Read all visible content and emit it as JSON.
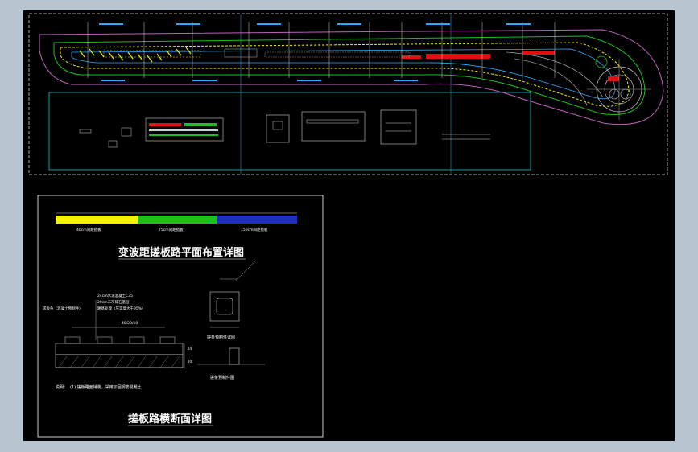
{
  "viewer": {
    "background": "#b9c4d1",
    "canvas_color": "#000000"
  },
  "plan": {
    "scale_bar_labels": [
      "40cm间距搭板",
      "75cm间距搭板",
      "150cm间距搭板"
    ],
    "scale_bar_colors": [
      "#f2f200",
      "#1fbf1f",
      "#1f2fbf"
    ]
  },
  "sections": {
    "layout_title": "变波距搓板路平面布置详图",
    "cross_title": "搓板路横断面详图",
    "notes_prefix": "说明：",
    "notes_text": "(1) 搓板路面铺装，采用加固钢筋混凝土",
    "dim_label": "40/20/10",
    "layer1": "24cm水泥混凝土C35",
    "layer2": "20cm二灰碎石基层",
    "layer3": "路基处理（压实度大于95%）",
    "left_label": "搓板条（混凝土预制件）",
    "detail1_caption": "搓条预制件详图",
    "detail2_caption": "搓条预制件图"
  }
}
